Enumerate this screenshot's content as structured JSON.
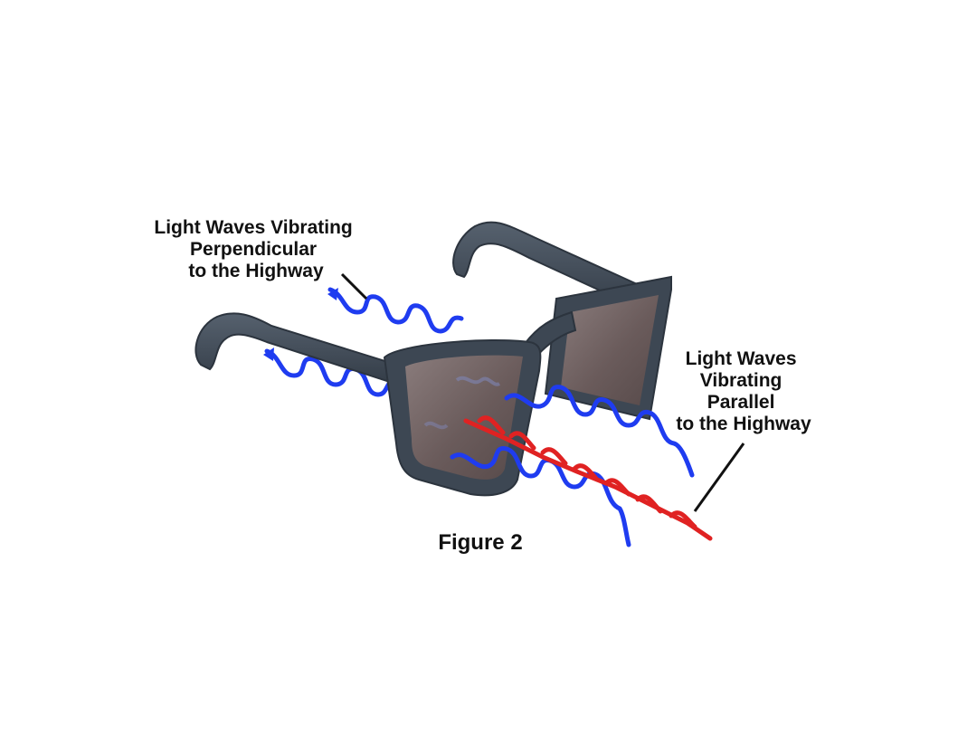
{
  "labels": {
    "perpendicular": [
      "Light Waves Vibrating",
      "Perpendicular",
      "to the Highway"
    ],
    "parallel": [
      "Light Waves",
      "Vibrating",
      "Parallel",
      "to the Highway"
    ],
    "figure": "Figure 2"
  },
  "colors": {
    "frame": "#3f4a57",
    "frame_dark": "#2c343e",
    "lens": "#6b5c5c",
    "wave_blue": "#1f3cf0",
    "wave_red": "#e02222",
    "leader": "#111111"
  },
  "icons": [
    "sunglasses",
    "wave-arrow"
  ]
}
